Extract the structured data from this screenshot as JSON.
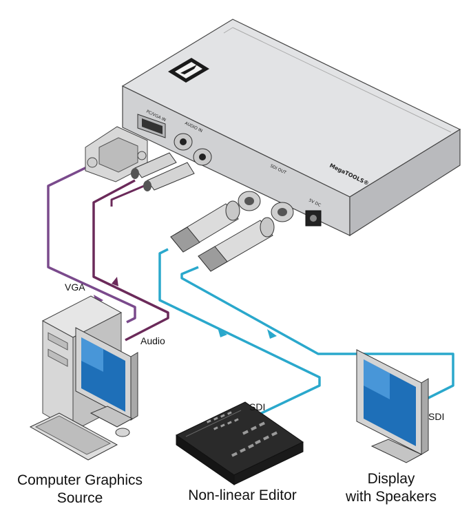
{
  "labels": {
    "vga": "VGA",
    "audio": "Audio",
    "sdi_editor": "SDI",
    "sdi_display": "SDI"
  },
  "devices": {
    "source_line1": "Computer Graphics",
    "source_line2": "Source",
    "editor": "Non-linear Editor",
    "display_line1": "Display",
    "display_line2": "with Speakers"
  },
  "unit": {
    "brand_label": "MegaTOOLS®",
    "port_vga_in": "PC/VGA IN",
    "port_audio_in": "AUDIO IN",
    "port_sdi_out": "SDI OUT",
    "port_dc": "5V DC"
  },
  "colors": {
    "vga_cable": "#7a4a8c",
    "audio_cable": "#6b2a5a",
    "sdi_cable": "#2aa8cc"
  }
}
